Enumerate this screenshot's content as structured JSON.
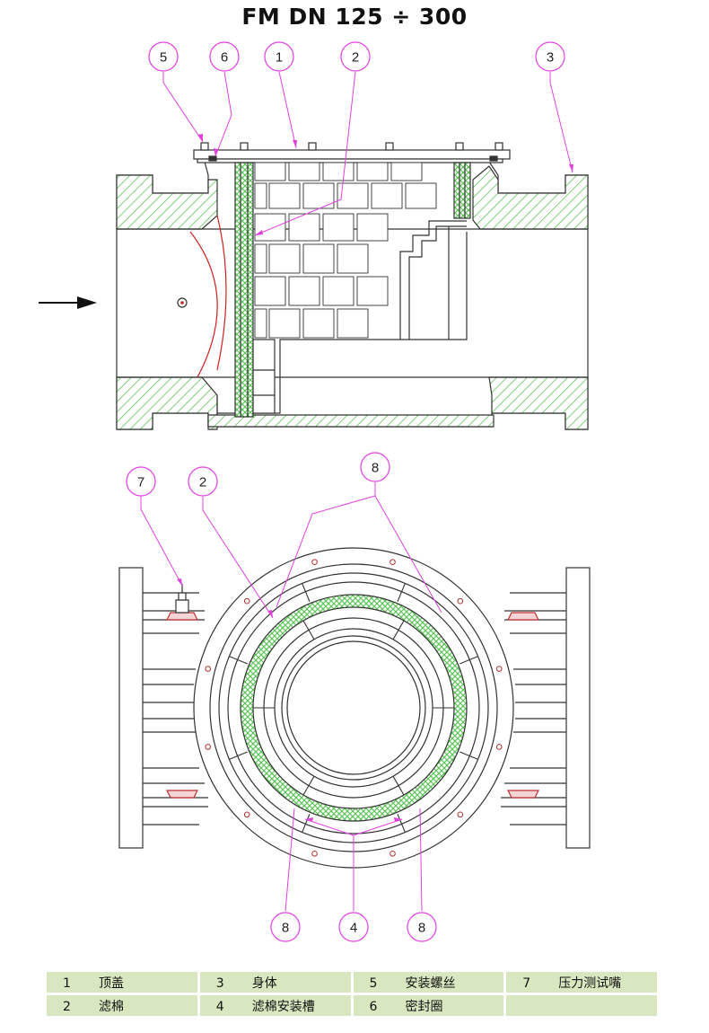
{
  "title": "FM DN 125 ÷ 300",
  "callouts_top": [
    "5",
    "6",
    "1",
    "2",
    "3"
  ],
  "callouts_bottom": [
    "7",
    "2",
    "8",
    "8",
    "4",
    "8"
  ],
  "colors": {
    "hatch": "#5fc35a",
    "leader": "#e040e0",
    "accent_red": "#d02020",
    "legend_bg": "#d8e7c0"
  },
  "legend": {
    "rows": [
      [
        {
          "num": "1",
          "label": "顶盖"
        },
        {
          "num": "3",
          "label": "身体"
        },
        {
          "num": "5",
          "label": "安装螺丝"
        },
        {
          "num": "7",
          "label": "压力测试嘴"
        }
      ],
      [
        {
          "num": "2",
          "label": "滤棉"
        },
        {
          "num": "4",
          "label": "滤棉安装槽"
        },
        {
          "num": "6",
          "label": "密封圈"
        },
        {
          "num": "",
          "label": ""
        }
      ]
    ]
  }
}
